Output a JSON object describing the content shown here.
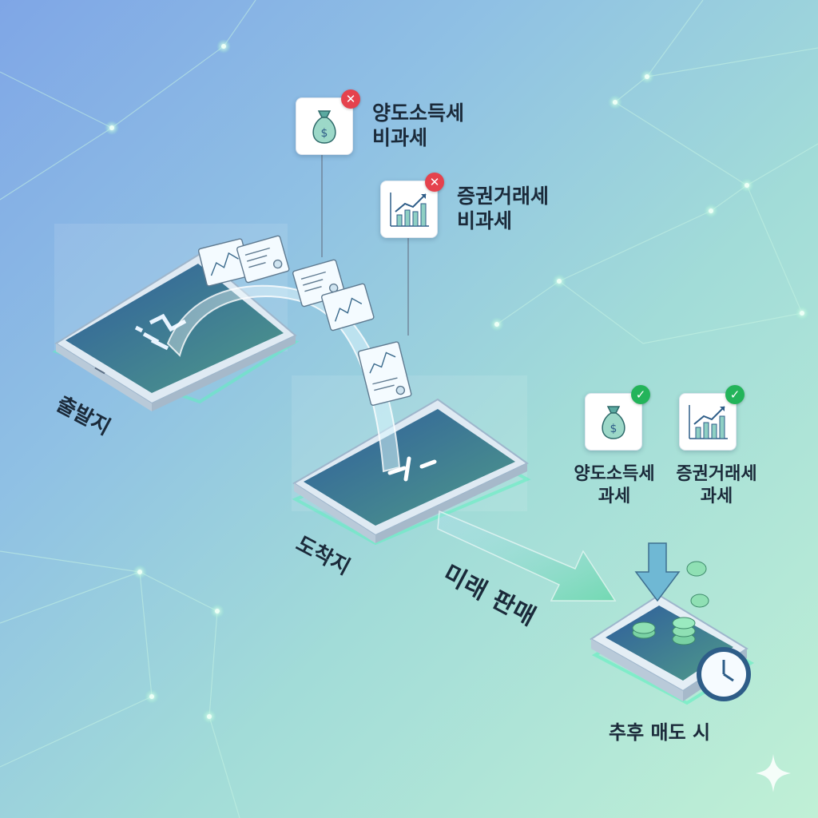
{
  "source": {
    "label": "출발지"
  },
  "destination": {
    "label": "도착지"
  },
  "transfer": {
    "capital_gains_tax": {
      "line1": "양도소득세",
      "line2": "비과세",
      "icon": "money-bag-icon",
      "status": "x-mark-icon"
    },
    "securities_tax": {
      "line1": "증권거래세",
      "line2": "비과세",
      "icon": "chart-growth-icon",
      "status": "x-mark-icon"
    }
  },
  "future_sale": {
    "arrow_label": "미래 판매",
    "caption": "추후 매도 시",
    "capital_gains_tax": {
      "line1": "양도소득세",
      "line2": "과세",
      "icon": "money-bag-icon",
      "status": "check-icon"
    },
    "securities_tax": {
      "line1": "증권거래세",
      "line2": "과세",
      "icon": "chart-growth-icon",
      "status": "check-icon"
    }
  },
  "colors": {
    "accent_glow": "#5ff0c0",
    "tablet_screen": "#3f6fa8",
    "cross_badge": "#e5424d",
    "check_badge": "#23b45a"
  }
}
